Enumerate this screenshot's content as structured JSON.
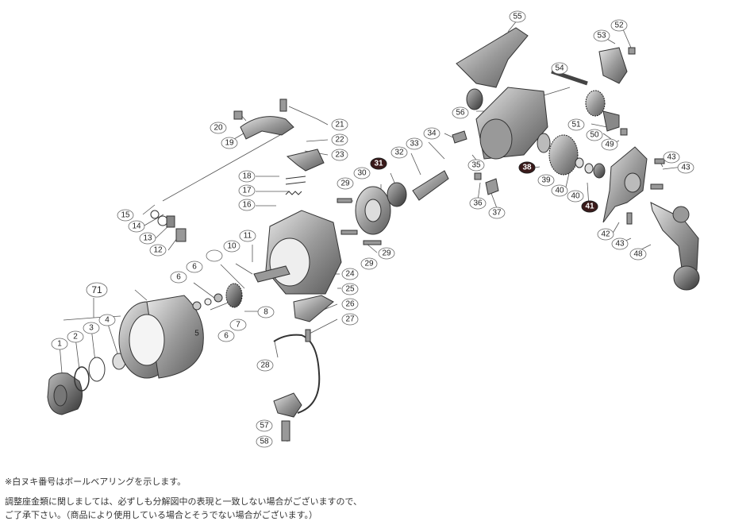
{
  "callouts": {
    "c1": "1",
    "c2": "2",
    "c3": "3",
    "c4": "4",
    "c5": "5",
    "c6a": "6",
    "c6b": "6",
    "c7": "7",
    "c8": "8",
    "c9": "9",
    "c10": "10",
    "c11": "11",
    "c12": "12",
    "c13": "13",
    "c14": "14",
    "c15": "15",
    "c16": "16",
    "c17": "17",
    "c18": "18",
    "c19": "19",
    "c20": "20",
    "c21": "21",
    "c22": "22",
    "c23": "23",
    "c24": "24",
    "c25": "25",
    "c26": "26",
    "c27": "27",
    "c28": "28",
    "c29a": "29",
    "c29b": "29",
    "c29c": "29",
    "c30": "30",
    "c31": "31",
    "c32": "32",
    "c33": "33",
    "c34": "34",
    "c35": "35",
    "c36": "36",
    "c37": "37",
    "c38": "38",
    "c39": "39",
    "c40a": "40",
    "c40b": "40",
    "c41": "41",
    "c42": "42",
    "c43a": "43",
    "c43b": "43",
    "c43c": "43",
    "c48": "48",
    "c49": "49",
    "c50": "50",
    "c51": "51",
    "c52": "52",
    "c53": "53",
    "c54": "54",
    "c55": "55",
    "c56": "56",
    "c57": "57",
    "c58": "58",
    "c71": "71"
  },
  "notes": {
    "line1": "※白ヌキ番号はボールベアリングを示します。",
    "line2": "調整座金類に関しましては、必ずしも分解図中の表現と一致しない場合がございますので、",
    "line3": "ご了承下さい。（商品により使用している場合とそうでない場合がございます。）"
  }
}
